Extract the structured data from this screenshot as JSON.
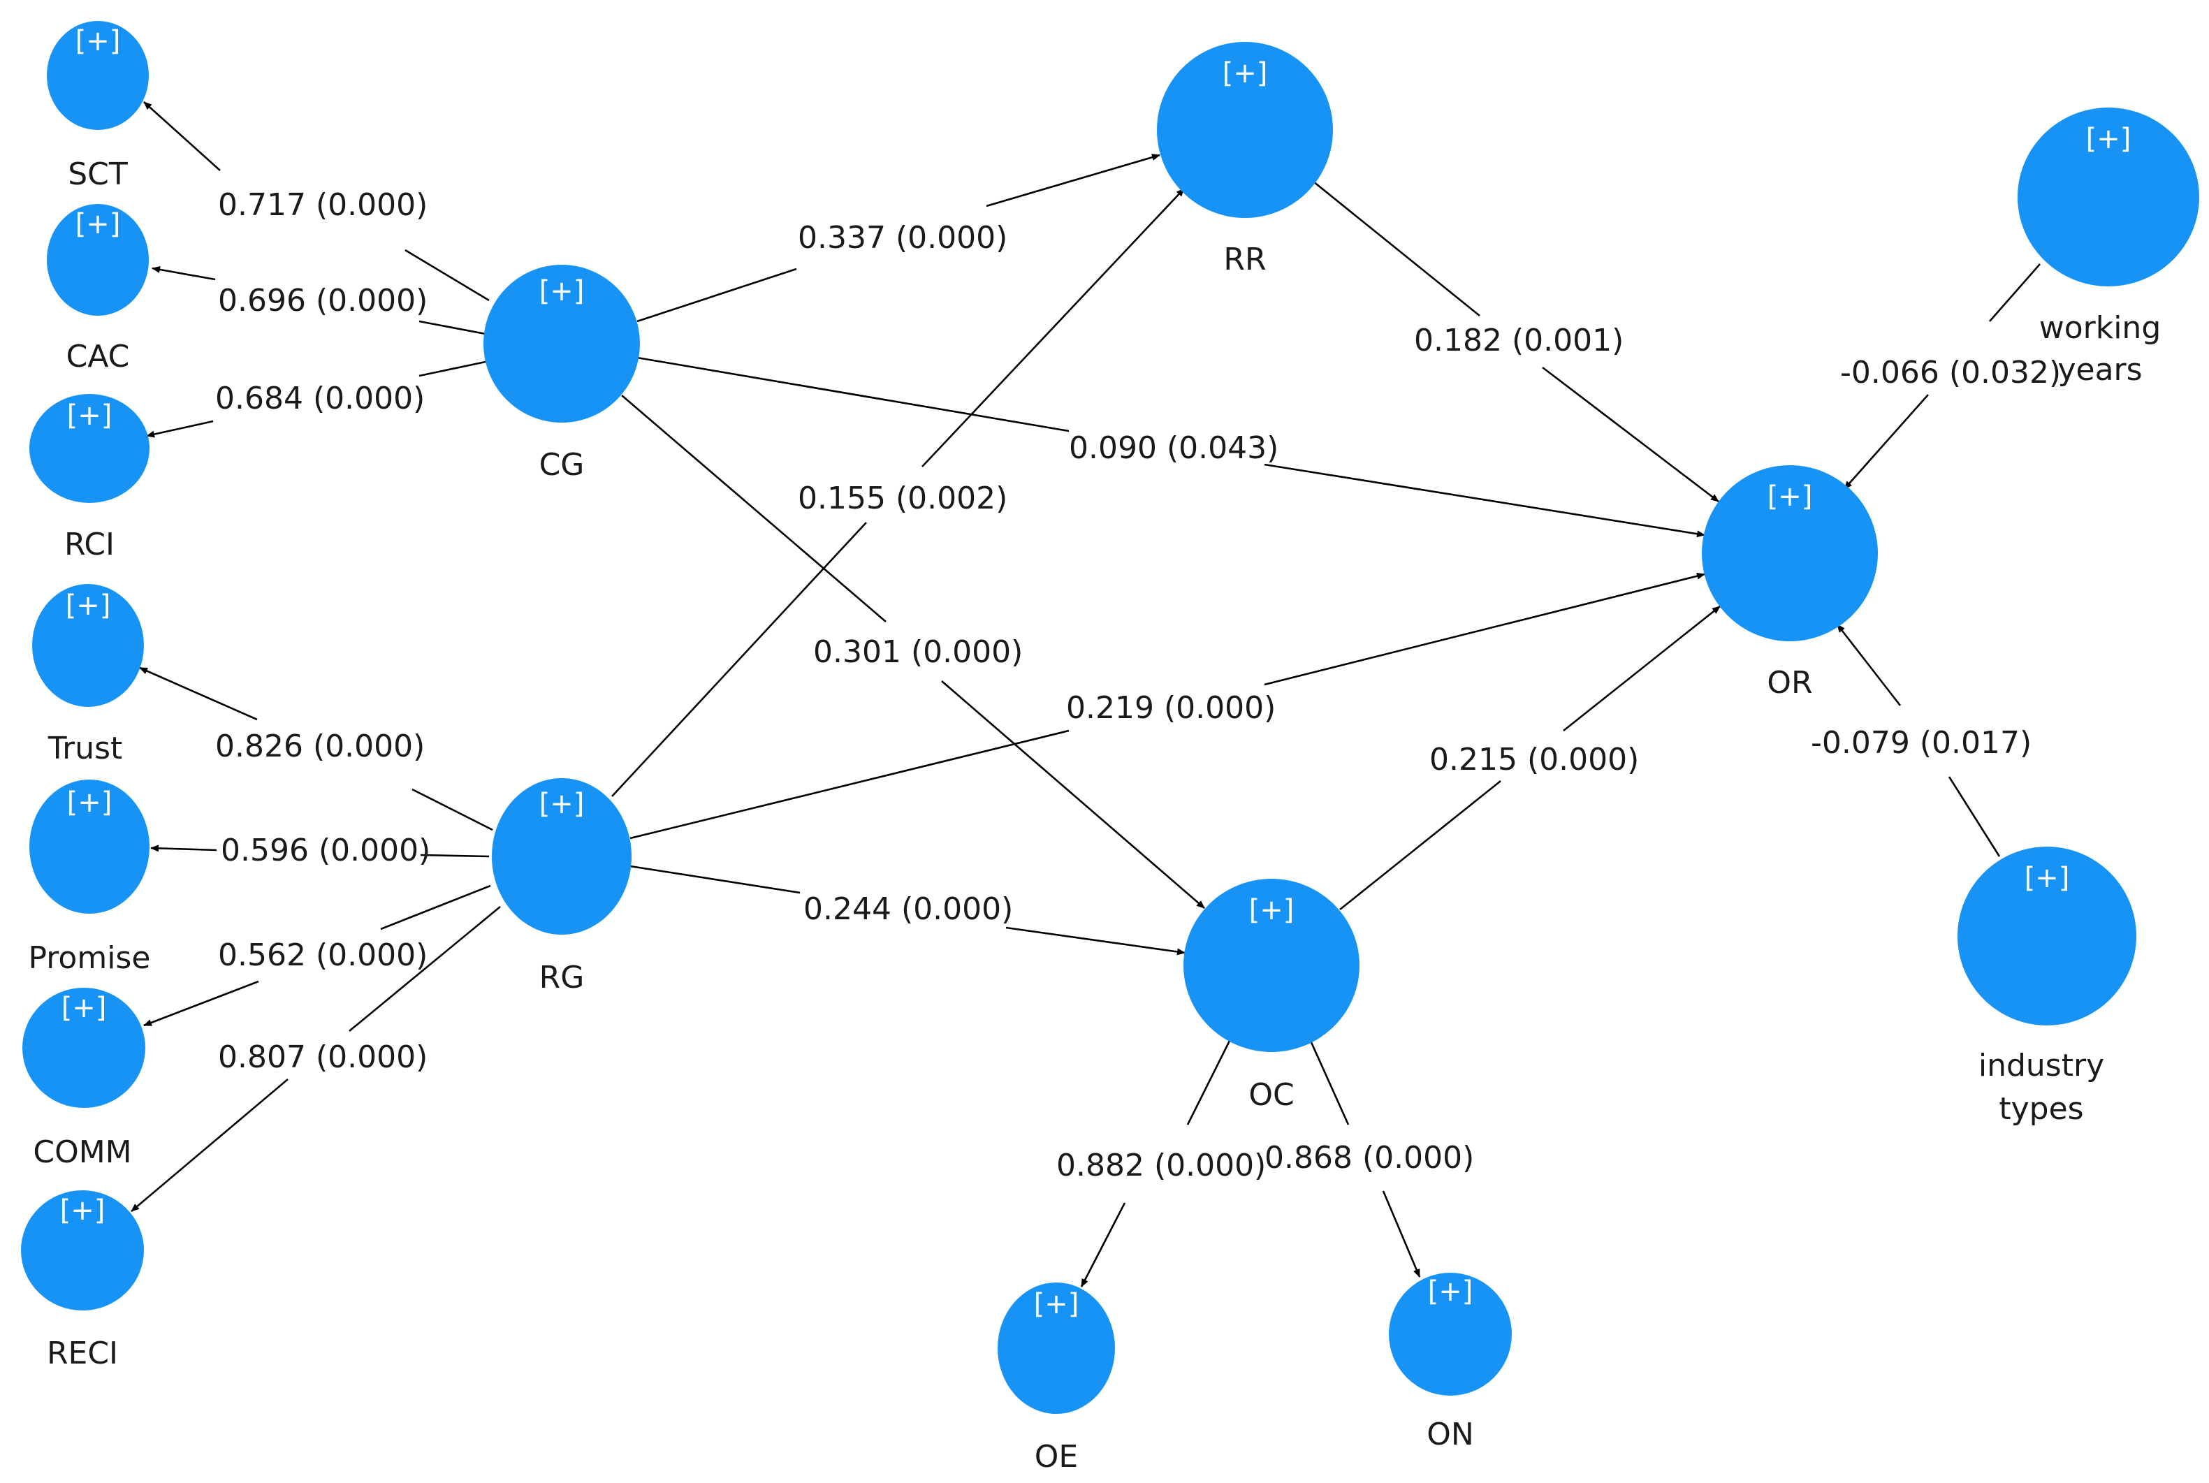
{
  "colors": {
    "node": "#1793f5",
    "edge": "#000000",
    "text": "#1a1a1a"
  },
  "expand_marker": "[+]",
  "nodes": {
    "SCT": {
      "label": "SCT"
    },
    "CAC": {
      "label": "CAC"
    },
    "RCI": {
      "label": "RCI"
    },
    "CG": {
      "label": "CG"
    },
    "Trust": {
      "label": "Trust"
    },
    "Promise": {
      "label": "Promise"
    },
    "COMM": {
      "label": "COMM"
    },
    "RECI": {
      "label": "RECI"
    },
    "RG": {
      "label": "RG"
    },
    "RR": {
      "label": "RR"
    },
    "OR": {
      "label": "OR"
    },
    "OC": {
      "label": "OC"
    },
    "OE": {
      "label": "OE"
    },
    "ON": {
      "label": "ON"
    },
    "working_years": {
      "label_line1": "working",
      "label_line2": "years"
    },
    "industry_types": {
      "label_line1": "industry",
      "label_line2": "types"
    }
  },
  "edges": {
    "CG_SCT": {
      "from": "CG",
      "to": "SCT",
      "label": "0.717 (0.000)"
    },
    "CG_CAC": {
      "from": "CG",
      "to": "CAC",
      "label": "0.696 (0.000)"
    },
    "CG_RCI": {
      "from": "CG",
      "to": "RCI",
      "label": "0.684 (0.000)"
    },
    "CG_RR": {
      "from": "CG",
      "to": "RR",
      "label": "0.337 (0.000)"
    },
    "CG_OR": {
      "from": "CG",
      "to": "OR",
      "label": "0.090 (0.043)"
    },
    "CG_OC": {
      "from": "CG",
      "to": "OC",
      "label": "0.301 (0.000)"
    },
    "RG_RR": {
      "from": "RG",
      "to": "RR",
      "label": "0.155 (0.002)"
    },
    "RG_OR": {
      "from": "RG",
      "to": "OR",
      "label": "0.219 (0.000)"
    },
    "RG_OC": {
      "from": "RG",
      "to": "OC",
      "label": "0.244 (0.000)"
    },
    "RG_Trust": {
      "from": "RG",
      "to": "Trust",
      "label": "0.826 (0.000)"
    },
    "RG_Promise": {
      "from": "RG",
      "to": "Promise",
      "label": "0.596 (0.000)"
    },
    "RG_COMM": {
      "from": "RG",
      "to": "COMM",
      "label": "0.562 (0.000)"
    },
    "RG_RECI": {
      "from": "RG",
      "to": "RECI",
      "label": "0.807 (0.000)"
    },
    "RR_OR": {
      "from": "RR",
      "to": "OR",
      "label": "0.182 (0.001)"
    },
    "OC_OR": {
      "from": "OC",
      "to": "OR",
      "label": "0.215 (0.000)"
    },
    "OC_OE": {
      "from": "OC",
      "to": "OE",
      "label": "0.882 (0.000)"
    },
    "OC_ON": {
      "from": "OC",
      "to": "ON",
      "label": "0.868 (0.000)"
    },
    "WY_OR": {
      "from": "working years",
      "to": "OR",
      "label": "-0.066 (0.032)"
    },
    "IT_OR": {
      "from": "industry types",
      "to": "OR",
      "label": "-0.079 (0.017)"
    }
  }
}
